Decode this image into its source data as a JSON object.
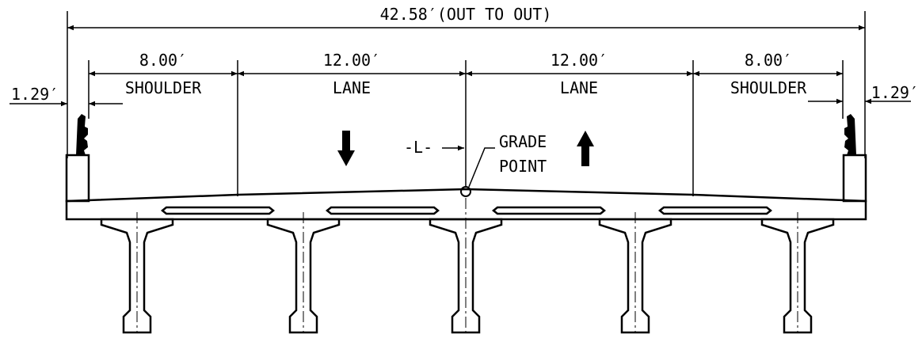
{
  "dimensions": {
    "overall": "42.58′(OUT TO OUT)",
    "left_shoulder_width": "8.00′",
    "left_lane_width": "12.00′",
    "right_lane_width": "12.00′",
    "right_shoulder_width": "8.00′",
    "left_barrier": "1.29′",
    "right_barrier": "1.29′"
  },
  "labels": {
    "left_shoulder": "SHOULDER",
    "left_lane": "LANE",
    "right_lane": "LANE",
    "right_shoulder": "SHOULDER",
    "centerline": "-L-",
    "grade_line1": "GRADE",
    "grade_line2": "POINT"
  },
  "traffic": {
    "left_lane_direction": "down-arrow-icon",
    "right_lane_direction": "up-arrow-icon"
  },
  "colors": {
    "ink": "#000000",
    "paper": "#ffffff"
  }
}
